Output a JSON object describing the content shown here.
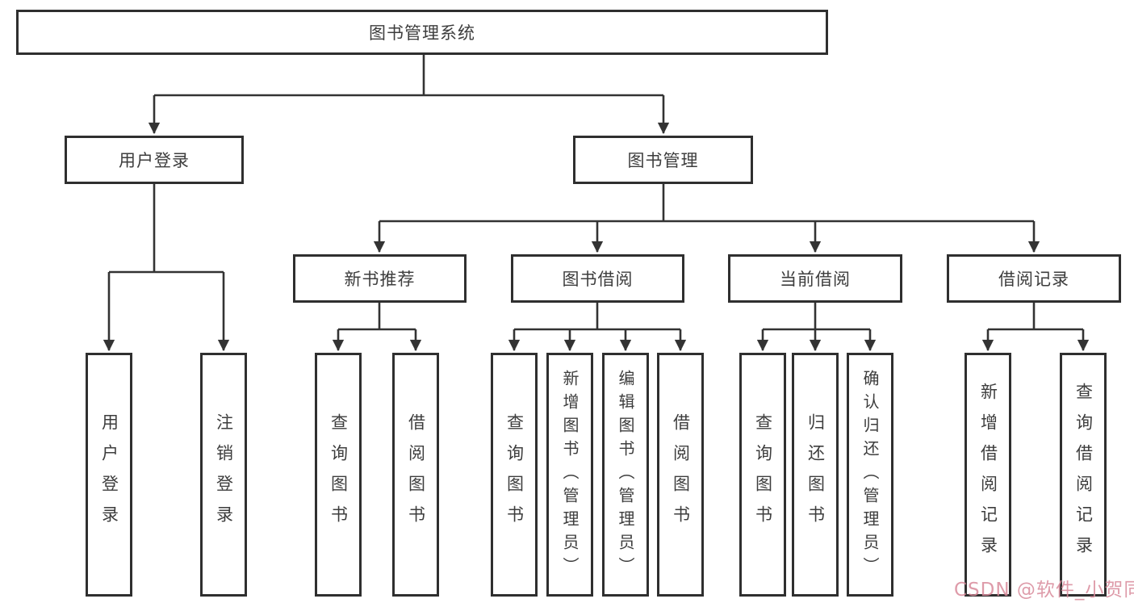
{
  "tree": {
    "label": "图书管理系统",
    "children": [
      {
        "label": "用户登录",
        "children": [
          {
            "label": "用户登录"
          },
          {
            "label": "注销登录"
          }
        ]
      },
      {
        "label": "图书管理",
        "children": [
          {
            "label": "新书推荐",
            "children": [
              {
                "label": "查询图书"
              },
              {
                "label": "借阅图书"
              }
            ]
          },
          {
            "label": "图书借阅",
            "children": [
              {
                "label": "查询图书"
              },
              {
                "label": "新增图书（管理员）"
              },
              {
                "label": "编辑图书（管理员）"
              },
              {
                "label": "借阅图书"
              }
            ]
          },
          {
            "label": "当前借阅",
            "children": [
              {
                "label": "查询图书"
              },
              {
                "label": "归还图书"
              },
              {
                "label": "确认归还（管理员）"
              }
            ]
          },
          {
            "label": "借阅记录",
            "children": [
              {
                "label": "新增借阅记录"
              },
              {
                "label": "查询借阅记录"
              }
            ]
          }
        ]
      }
    ]
  },
  "watermark": "CSDN @软件_小贺同学",
  "colors": {
    "line": "#333333",
    "box_border": "#2f2f2f",
    "text": "#3d3d3d",
    "background": "#ffffff",
    "watermark_pink": "#d88a9a"
  }
}
